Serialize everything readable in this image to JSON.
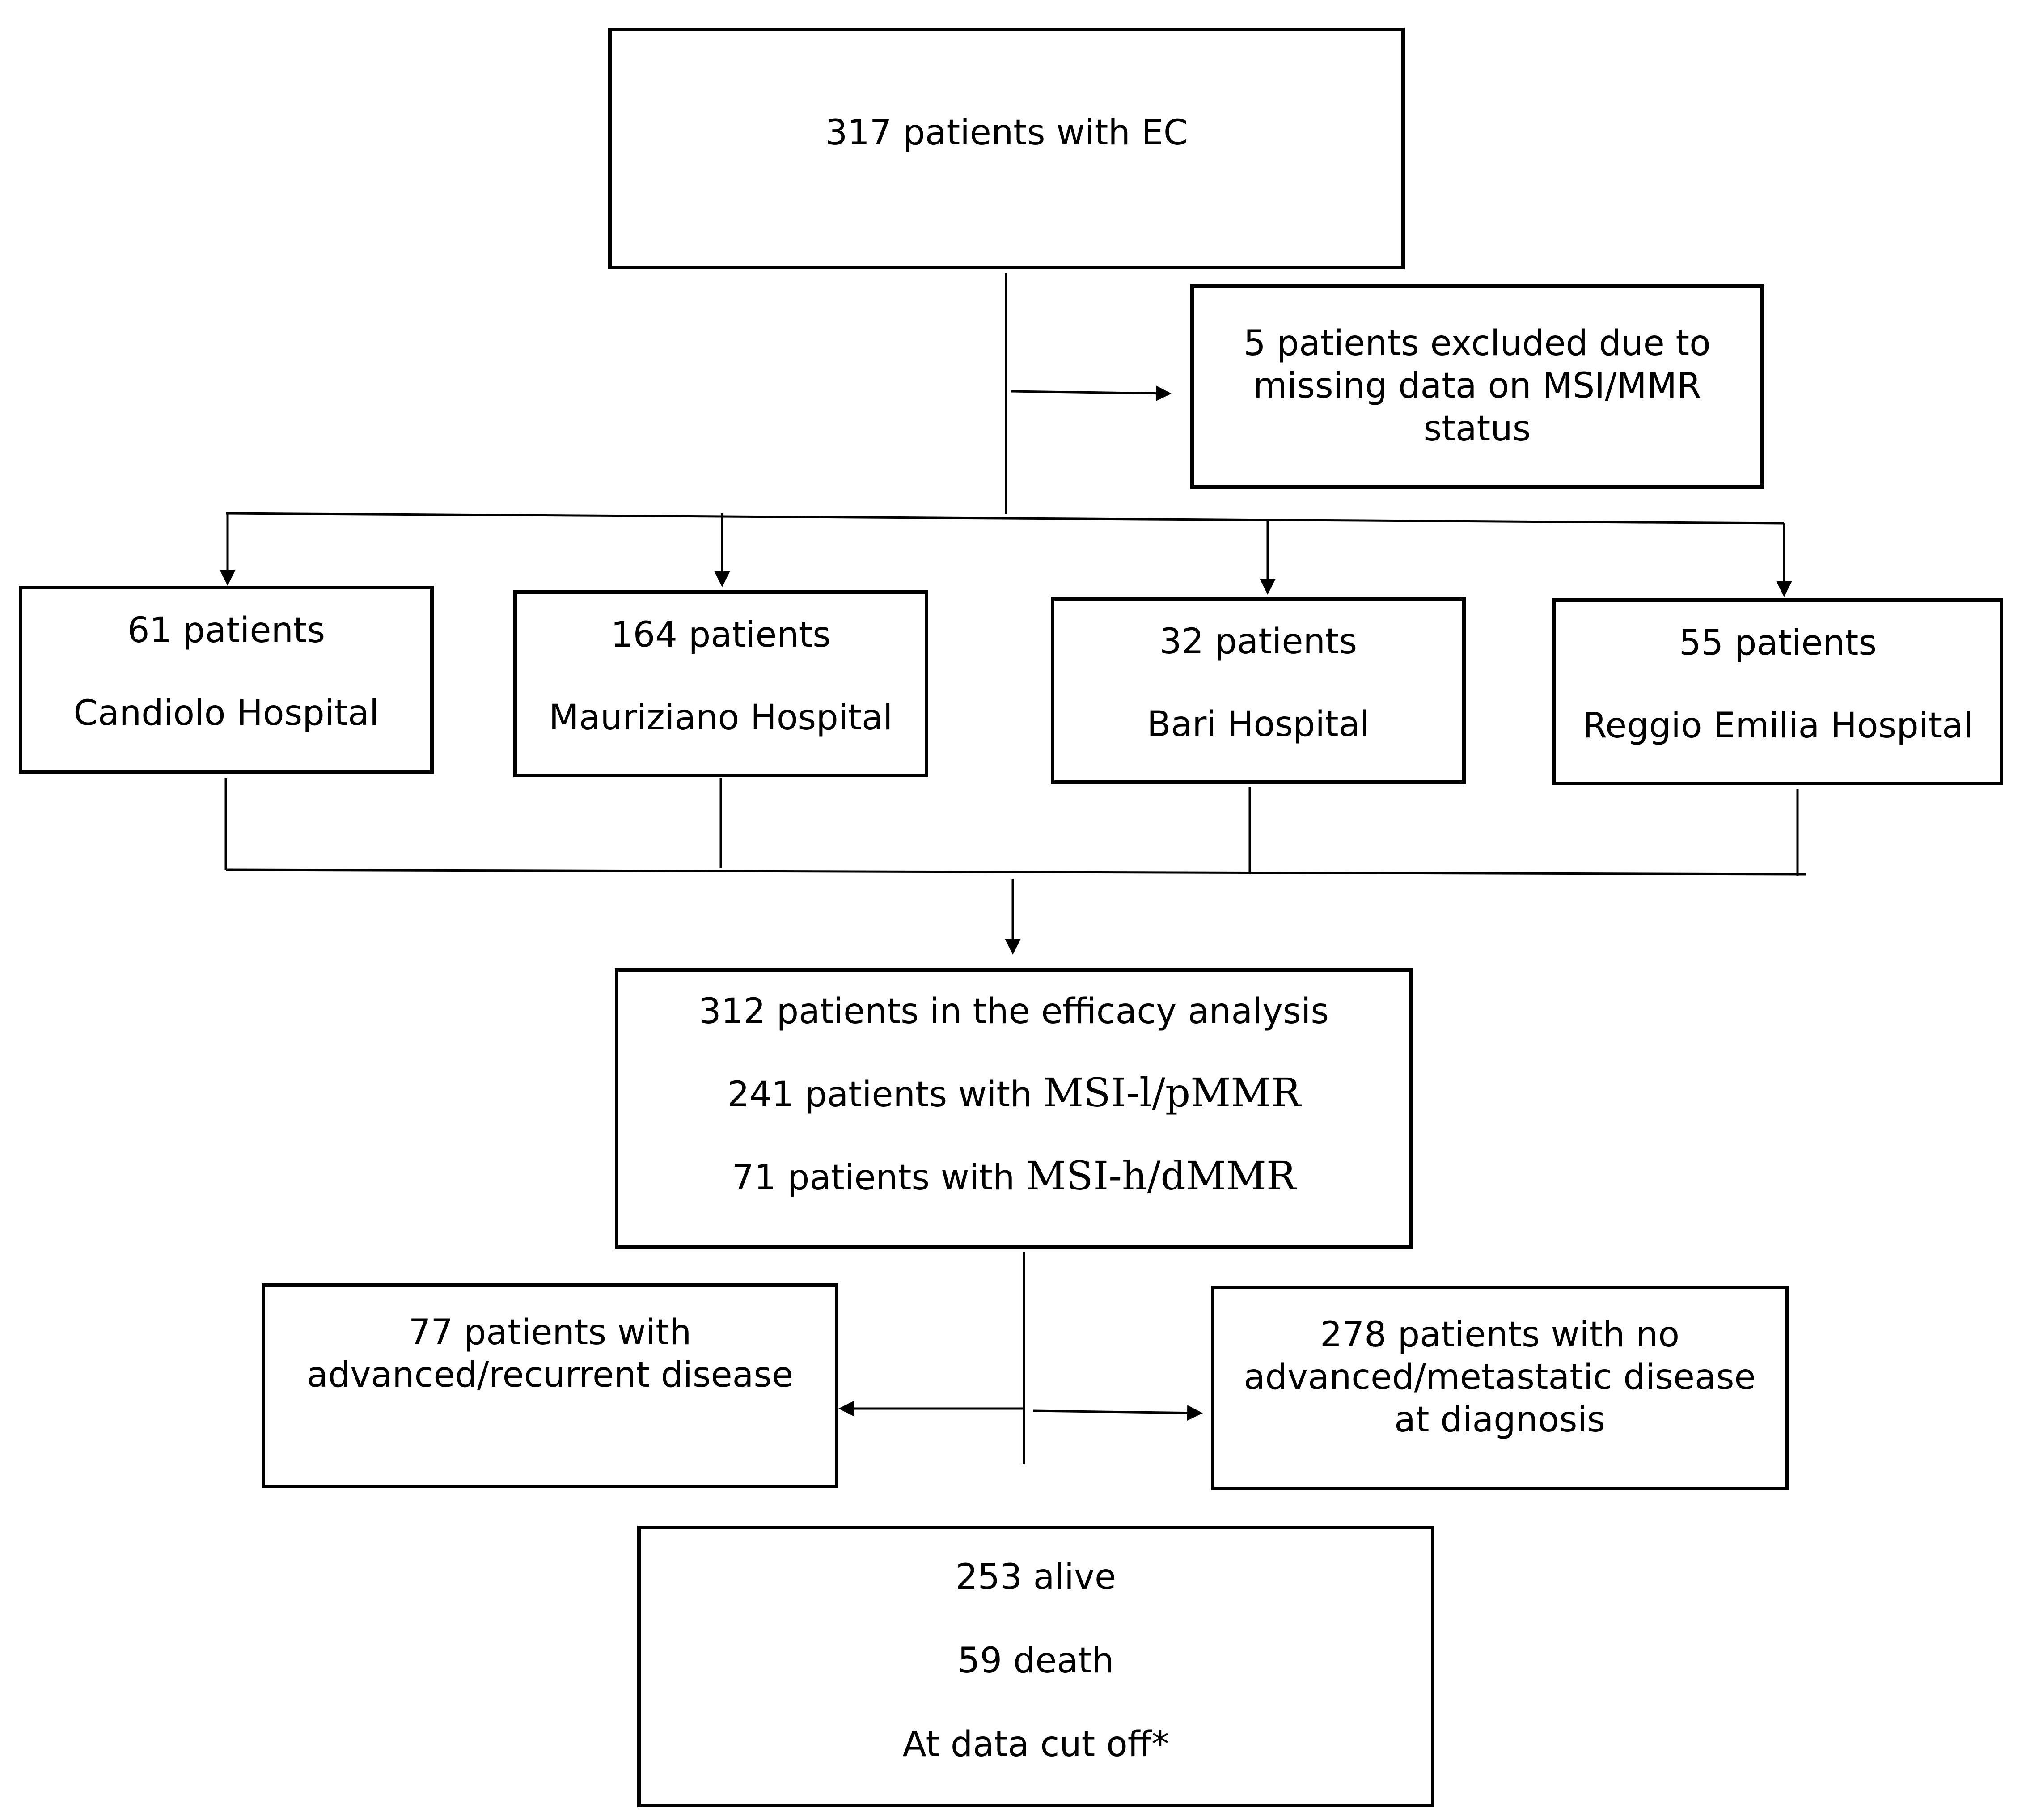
{
  "nodes": {
    "enrolled": {
      "text": "317 patients with EC"
    },
    "excluded": {
      "lines": [
        "5 patients excluded due to",
        "missing data on MSI/MMR",
        "status"
      ]
    },
    "candiolo": {
      "count": "61 patients",
      "site": "Candiolo Hospital"
    },
    "mauriziano": {
      "count": "164 patients",
      "site": "Mauriziano Hospital"
    },
    "bari": {
      "count": "32 patients",
      "site": "Bari Hospital"
    },
    "reggio": {
      "count": "55 patients",
      "site": "Reggio Emilia Hospital"
    },
    "efficacy": {
      "line1": "312 patients in the efficacy analysis",
      "line2_prefix": "241 patients with ",
      "line2_term": "MSI-l/pMMR",
      "line3_prefix": "71 patients with ",
      "line3_term": "MSI-h/dMMR"
    },
    "advanced": {
      "lines": [
        "77 patients with",
        "advanced/recurrent disease"
      ]
    },
    "no_advanced": {
      "lines": [
        "278 patients with no",
        "advanced/metastatic disease",
        "at diagnosis"
      ]
    },
    "outcome": {
      "lines": [
        "253 alive",
        "59 death",
        "At data cut off*"
      ]
    }
  },
  "colors": {
    "stroke": "#000000",
    "background": "#ffffff"
  }
}
